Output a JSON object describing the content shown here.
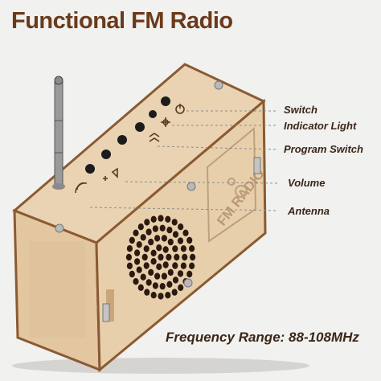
{
  "title": "Functional FM Radio",
  "panel_print": "FM RADIO",
  "callouts": [
    {
      "id": "switch",
      "label": "Switch"
    },
    {
      "id": "indicator",
      "label": "Indicator Light"
    },
    {
      "id": "program",
      "label": "Program Switch"
    },
    {
      "id": "volume",
      "label": "Volume"
    },
    {
      "id": "antenna",
      "label": "Antenna"
    }
  ],
  "frequency_range": "Frequency Range: 88-108MHz",
  "icons": [
    "power-icon",
    "light-icon",
    "program-switch-icon",
    "volume-icon",
    "antenna-icon"
  ],
  "colors": {
    "title": "#6b3a1c",
    "wood": "#ead3b2",
    "wood_shadow": "#d9bd96",
    "edge": "#8a5a32"
  }
}
